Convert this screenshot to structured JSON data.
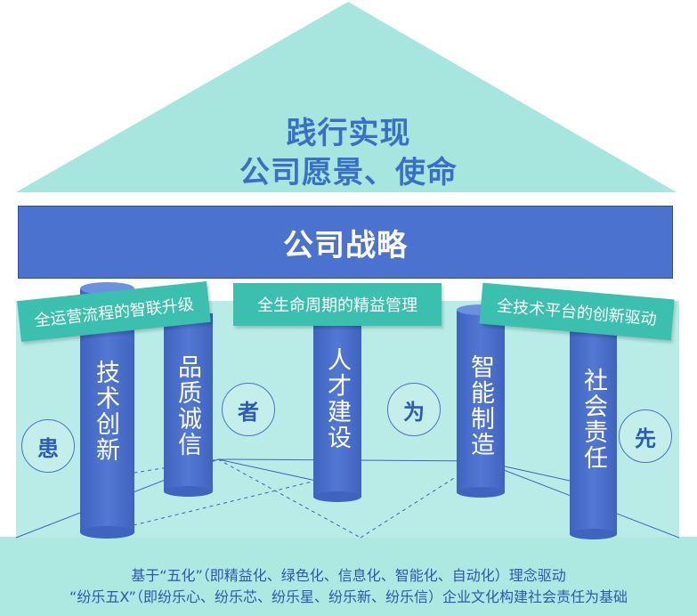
{
  "roof": {
    "line1": "践行实现",
    "line2": "公司愿景、使命"
  },
  "strategy": {
    "label": "公司战略"
  },
  "banners": {
    "left": "全运营流程的智联升级",
    "center": "全生命周期的精益管理",
    "right": "全技术平台的创新驱动"
  },
  "pillars": {
    "p1": "技术创新",
    "p2": "品质诚信",
    "p3": "人才建设",
    "p4": "智能制造",
    "p5": "社会责任"
  },
  "circles": {
    "c1": "患",
    "c2": "者",
    "c3": "为",
    "c4": "先"
  },
  "footer": {
    "line1": "基于“五化”（即精益化、绿色化、信息化、智能化、自动化）理念驱动",
    "line2": "“纷乐五X”（即纷乐心、纷乐芯、纷乐星、纷乐新、纷乐信）企业文化构建社会责任为基础"
  },
  "colors": {
    "roof": "#a6e6de",
    "bar": "#4c72cf",
    "banner": "#3bbfae",
    "pillar": "#4a6fc8",
    "text_blue": "#3a6fc9"
  }
}
